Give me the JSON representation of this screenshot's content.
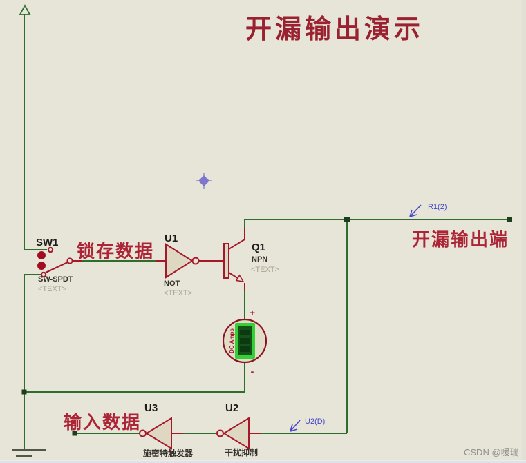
{
  "title": "开漏输出演示",
  "watermark": "CSDN @嗳瑞",
  "colors": {
    "background": "#e7e5d8",
    "wire_green": "#2d6e2d",
    "component_red": "#a5172a",
    "annotation_red": "#ad2436",
    "title_red": "#9a2130",
    "probe_blue": "#4747c9",
    "lcd_green": "#35d035"
  },
  "components": {
    "sw1": {
      "ref": "SW1",
      "model": "SW-SPDT",
      "placeholder": "<TEXT>"
    },
    "u1": {
      "ref": "U1",
      "model": "NOT",
      "placeholder": "<TEXT>"
    },
    "q1": {
      "ref": "Q1",
      "model": "NPN",
      "placeholder": "<TEXT>"
    },
    "u3": {
      "ref": "U3",
      "caption": "施密特触发器"
    },
    "u2": {
      "ref": "U2",
      "caption": "干扰抑制"
    },
    "ammeter": {
      "name": "DC Amps",
      "plus_label": "+",
      "minus_label": "-"
    }
  },
  "probes": {
    "r1": {
      "label": "R1(2)"
    },
    "u2d": {
      "label": "U2(D)"
    }
  },
  "annotations": {
    "latch_data": "锁存数据",
    "input_data": "输入数据",
    "open_drain_output": "开漏输出端"
  }
}
